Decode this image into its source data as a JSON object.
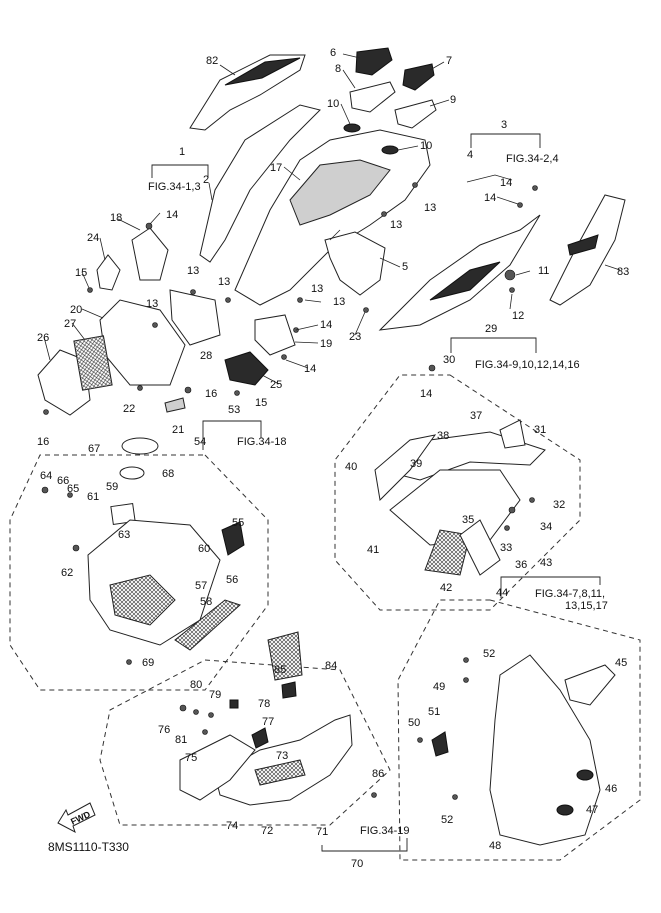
{
  "diagram_code": "8MS1110-T330",
  "fwd_arrow_label": "FWD",
  "callouts": [
    "1",
    "2",
    "3",
    "4",
    "5",
    "6",
    "7",
    "8",
    "9",
    "10",
    "10",
    "11",
    "12",
    "13",
    "13",
    "13",
    "13",
    "13",
    "13",
    "13",
    "14",
    "14",
    "14",
    "14",
    "14",
    "14",
    "15",
    "15",
    "16",
    "16",
    "17",
    "18",
    "19",
    "20",
    "21",
    "22",
    "23",
    "24",
    "25",
    "26",
    "27",
    "28",
    "29",
    "30",
    "31",
    "32",
    "33",
    "34",
    "35",
    "36",
    "37",
    "38",
    "39",
    "40",
    "41",
    "42",
    "43",
    "44",
    "45",
    "46",
    "47",
    "48",
    "49",
    "50",
    "51",
    "52",
    "52",
    "53",
    "54",
    "55",
    "56",
    "57",
    "58",
    "59",
    "60",
    "61",
    "62",
    "63",
    "64",
    "65",
    "66",
    "67",
    "68",
    "69",
    "70",
    "71",
    "72",
    "73",
    "74",
    "75",
    "76",
    "77",
    "78",
    "79",
    "80",
    "81",
    "82",
    "83",
    "84",
    "85",
    "86"
  ],
  "figure_refs": {
    "ref_1": "FIG.34-1,3",
    "ref_3": "FIG.34-2,4",
    "ref_29": "FIG.34-9,10,12,14,16",
    "ref_53": "FIG.34-18",
    "ref_43_line1": "FIG.34-7,8,11,",
    "ref_43_line2": "13,15,17",
    "ref_70": "FIG.34-19"
  },
  "colors": {
    "line": "#222222",
    "background": "#ffffff"
  }
}
